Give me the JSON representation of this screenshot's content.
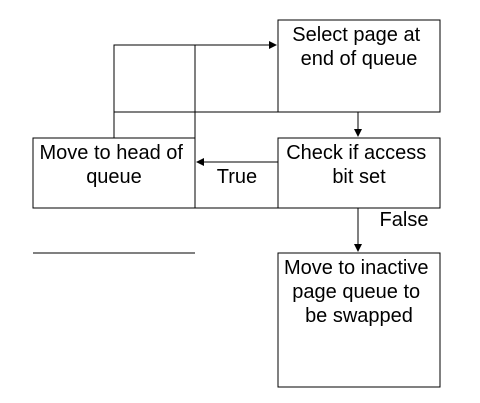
{
  "nodes": {
    "select_page": {
      "lines": [
        "Select page at",
        "end of queue"
      ]
    },
    "move_to_head": {
      "lines": [
        "Move to head of",
        "queue"
      ]
    },
    "check_access": {
      "lines": [
        "Check if access",
        "bit set"
      ]
    },
    "move_to_inactive": {
      "lines": [
        "Move to inactive",
        "page queue to",
        "be swapped"
      ]
    }
  },
  "edges": {
    "true_label": "True",
    "false_label": "False"
  },
  "colors": {
    "stroke": "#000000",
    "background": "#ffffff"
  }
}
